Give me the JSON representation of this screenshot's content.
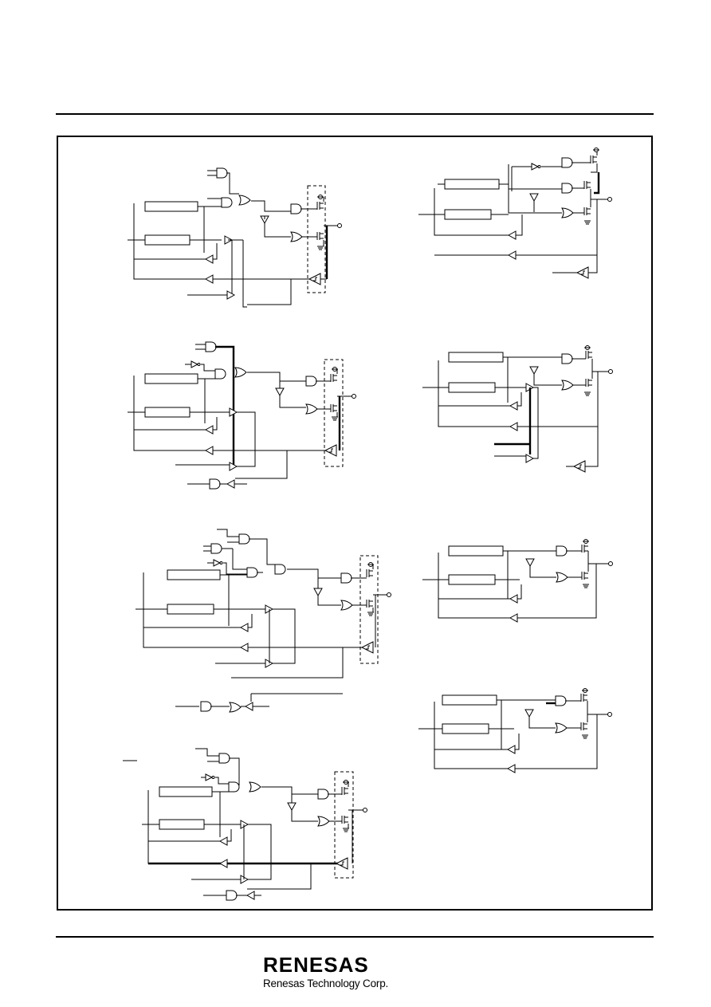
{
  "footer": {
    "logo_mark": "RENESAS",
    "logo_subtitle": "Renesas Technology Corp."
  },
  "figure": {
    "panels": [
      {
        "id": "left-1"
      },
      {
        "id": "left-2"
      },
      {
        "id": "left-3"
      },
      {
        "id": "left-4"
      },
      {
        "id": "right-1"
      },
      {
        "id": "right-2"
      },
      {
        "id": "right-3"
      },
      {
        "id": "right-4"
      }
    ]
  }
}
